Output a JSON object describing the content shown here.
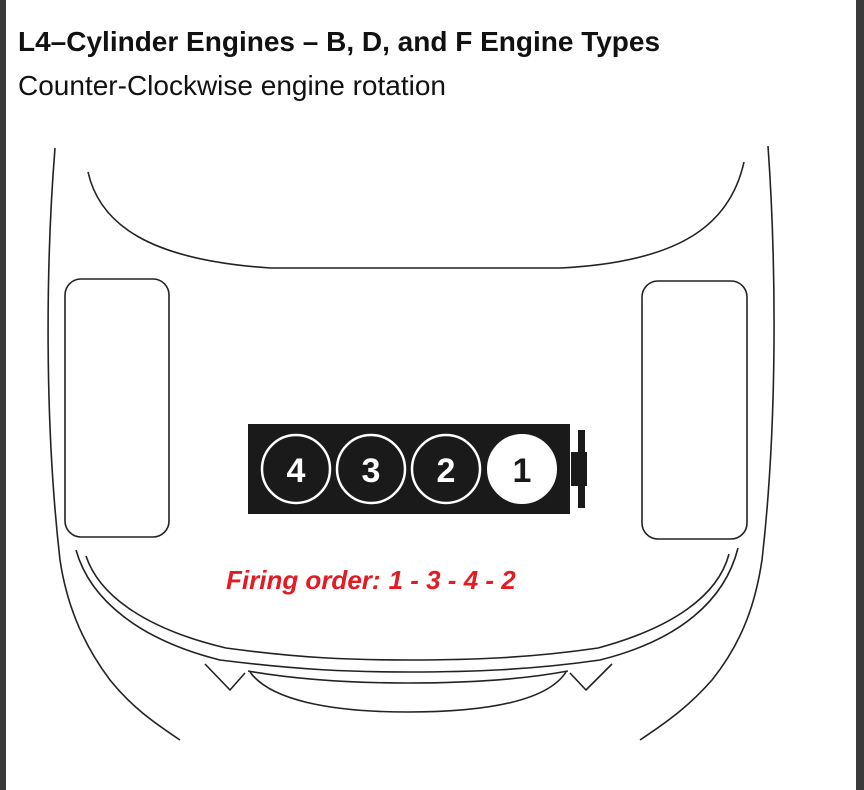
{
  "header": {
    "title": "L4–Cylinder Engines – B, D, and F Engine Types",
    "subtitle": "Counter-Clockwise engine rotation"
  },
  "engine": {
    "cylinders": [
      {
        "label": "4",
        "highlight": false
      },
      {
        "label": "3",
        "highlight": false
      },
      {
        "label": "2",
        "highlight": false
      },
      {
        "label": "1",
        "highlight": true
      }
    ],
    "block_color": "#1a1a1a"
  },
  "firing_order": {
    "label": "Firing order:",
    "sequence": "1 - 3 - 4 - 2",
    "color": "#e31b23"
  }
}
